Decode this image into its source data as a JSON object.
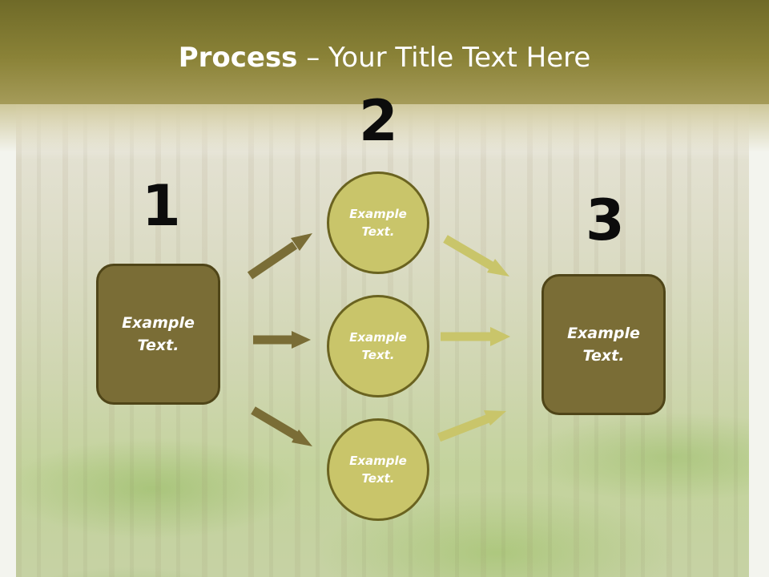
{
  "title": {
    "bold": "Process",
    "rest": " – Your Title Text Here"
  },
  "steps": {
    "n1": "1",
    "n2": "2",
    "n3": "3"
  },
  "left_box": {
    "label": "Example\nText."
  },
  "right_box": {
    "label": "Example\nText."
  },
  "circles": [
    {
      "label": "Example\nText."
    },
    {
      "label": "Example\nText."
    },
    {
      "label": "Example\nText."
    }
  ],
  "colors": {
    "header": "#8a8237",
    "box_fill": "#7a6d36",
    "circle_fill": "#c9c56a",
    "arrow_dark": "#7a6d36",
    "arrow_light": "#c9c56a"
  }
}
